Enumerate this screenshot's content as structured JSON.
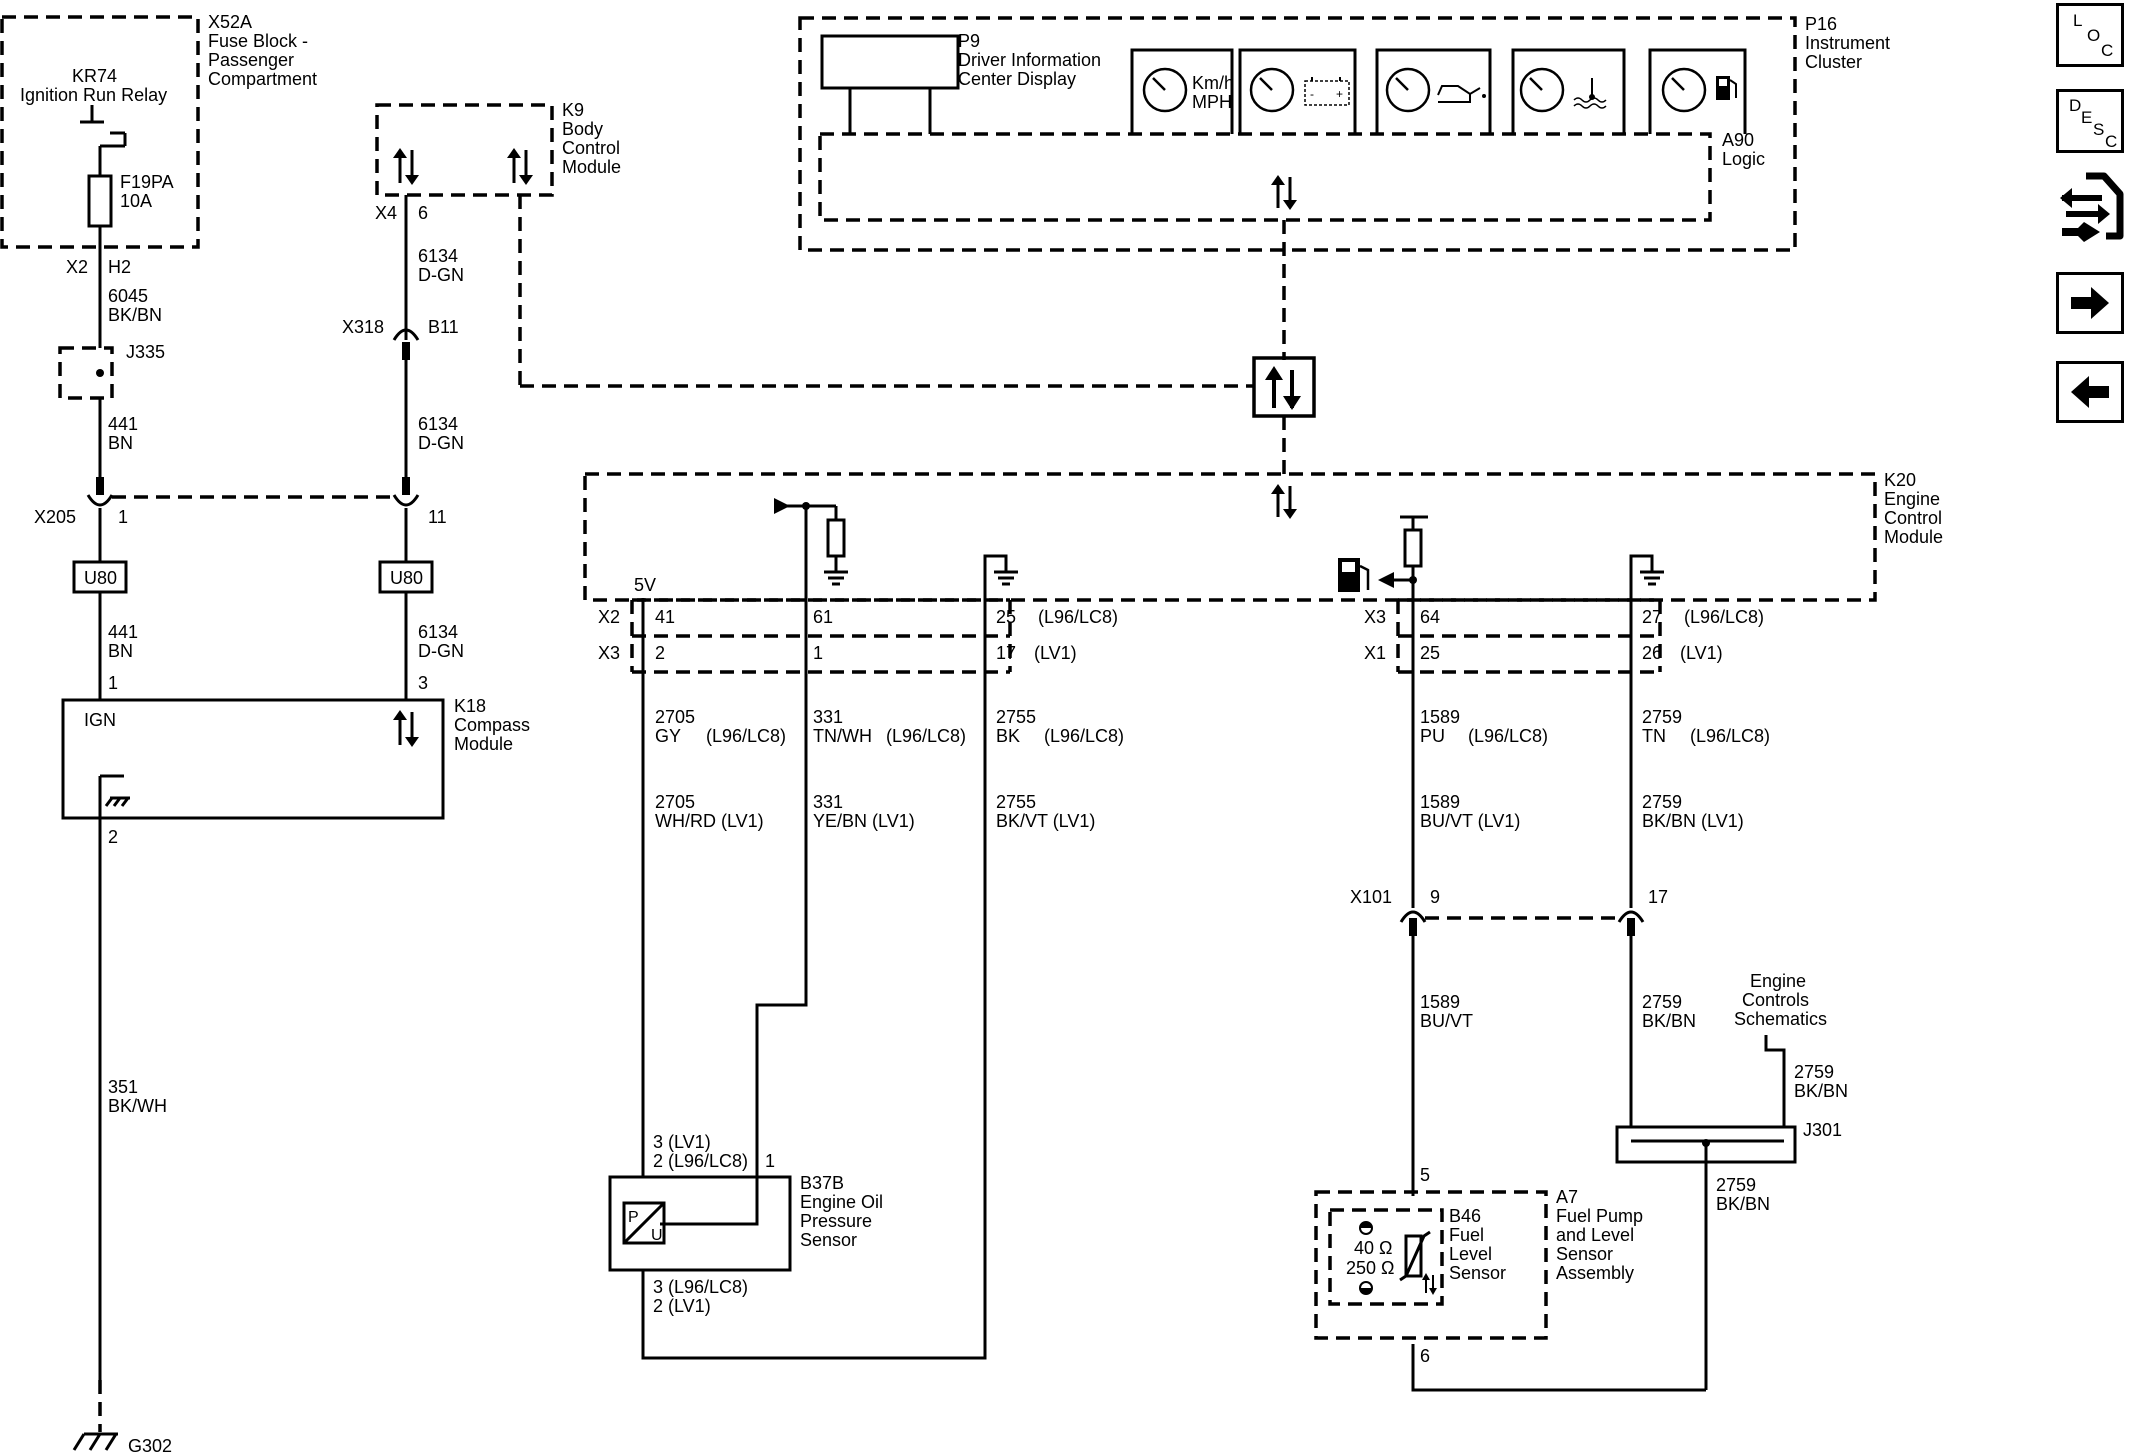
{
  "nav": {
    "loc": [
      "L",
      "O",
      "C"
    ],
    "desc": [
      "D",
      "E",
      "S",
      "C"
    ]
  },
  "fuse_block": {
    "id": "X52A",
    "name": [
      "Fuse Block -",
      "Passenger",
      "Compartment"
    ],
    "relay": "KR74",
    "relay_name": "Ignition Run Relay",
    "fuse": "F19PA",
    "fuse_rating": "10A"
  },
  "bcm": {
    "id": "K9",
    "name": [
      "Body",
      "Control",
      "Module"
    ]
  },
  "cluster": {
    "id": "P16",
    "name": [
      "Instrument",
      "Cluster"
    ],
    "dic_id": "P9",
    "dic_name": [
      "Driver Information",
      "Center Display"
    ],
    "logic_id": "A90",
    "logic_name": "Logic",
    "speed_units": [
      "Km/h",
      "MPH"
    ]
  },
  "ecm": {
    "id": "K20",
    "name": [
      "Engine",
      "Control",
      "Module"
    ],
    "ref_label": "5V"
  },
  "compass": {
    "id": "K18",
    "name": [
      "Compass",
      "Module"
    ],
    "ign": "IGN",
    "pin1": "1",
    "pin2": "2",
    "pin3": "3"
  },
  "left_circuit": {
    "conn_x2": "X2",
    "pin_h2": "H2",
    "w1": [
      "6045",
      "BK/BN"
    ],
    "splice": "J335",
    "w2": [
      "441",
      "BN"
    ],
    "conn_x205": "X205",
    "pin_1": "1",
    "pin_11": "11",
    "u80a": "U80",
    "u80b": "U80",
    "w3": [
      "441",
      "BN"
    ],
    "w4": [
      "351",
      "BK/WH"
    ],
    "ground": "G302",
    "conn_x4": "X4",
    "pin_6": "6",
    "w5": [
      "6134",
      "D-GN"
    ],
    "conn_x318": "X318",
    "pin_b11": "B11",
    "w6": [
      "6134",
      "D-GN"
    ],
    "w7": [
      "6134",
      "D-GN"
    ]
  },
  "ecm_pins": {
    "x2": "X2",
    "x3": "X3",
    "x3b": "X3",
    "x1": "X1",
    "p41": "41",
    "p61": "61",
    "p25": "25",
    "opt1": "(L96/LC8)",
    "p2": "2",
    "p1": "1",
    "p17": "17",
    "opt2": "(LV1)",
    "p64": "64",
    "p27": "27",
    "opt3": "(L96/LC8)",
    "p25b": "25",
    "p26": "26",
    "opt4": "(LV1)"
  },
  "wires": {
    "a1": [
      "2705",
      "GY",
      "(L96/LC8)"
    ],
    "a2": [
      "331",
      "TN/WH",
      "(L96/LC8)"
    ],
    "a3": [
      "2755",
      "BK",
      "(L96/LC8)"
    ],
    "b1": [
      "2705",
      "WH/RD (LV1)"
    ],
    "b2": [
      "331",
      "YE/BN (LV1)"
    ],
    "b3": [
      "2755",
      "BK/VT (LV1)"
    ],
    "c1": [
      "1589",
      "PU",
      "(L96/LC8)"
    ],
    "c2": [
      "2759",
      "TN",
      "(L96/LC8)"
    ],
    "d1": [
      "1589",
      "BU/VT (LV1)"
    ],
    "d2": [
      "2759",
      "BK/BN (LV1)"
    ],
    "x101": "X101",
    "p9": "9",
    "p17": "17",
    "e1": [
      "1589",
      "BU/VT"
    ],
    "e2": [
      "2759",
      "BK/BN"
    ],
    "ecs": [
      "Engine",
      "Controls",
      "Schematics"
    ],
    "f1": [
      "2759",
      "BK/BN"
    ],
    "j301": "J301",
    "g1": [
      "2759",
      "BK/BN"
    ]
  },
  "oil_sensor": {
    "id": "B37B",
    "name": [
      "Engine Oil",
      "Pressure",
      "Sensor"
    ],
    "top1": "3 (LV1)",
    "top2": "2 (L96/LC8)",
    "top3": "1",
    "bot1": "3 (L96/LC8)",
    "bot2": "2 (LV1)",
    "sym_p": "P",
    "sym_u": "U"
  },
  "fuel_sensor": {
    "id": "B46",
    "name": [
      "Fuel",
      "Level",
      "Sensor"
    ],
    "assy_id": "A7",
    "assy_name": [
      "Fuel Pump",
      "and Level",
      "Sensor",
      "Assembly"
    ],
    "r1": "40 Ω",
    "r2": "250 Ω",
    "pin5": "5",
    "pin6": "6"
  }
}
